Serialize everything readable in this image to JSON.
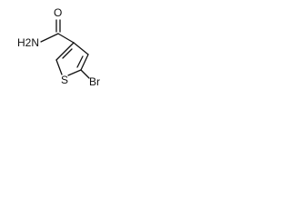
{
  "structure": {
    "labels": {
      "oxygen": "O",
      "amide_nitrogen": "H2N",
      "sulfur": "S",
      "bromine": "Br"
    }
  },
  "colors": {
    "bond": "#111111",
    "text": "#111111",
    "background": "#ffffff"
  }
}
